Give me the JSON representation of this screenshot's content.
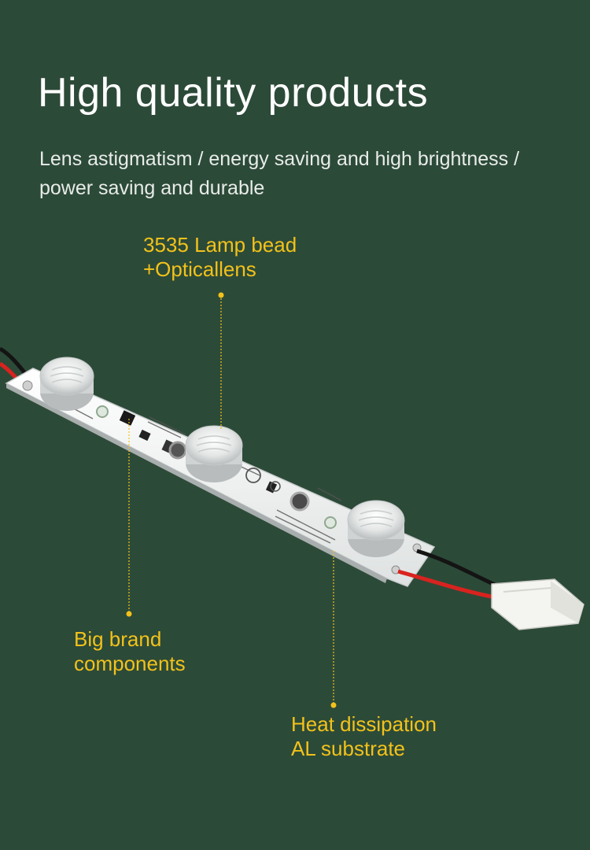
{
  "header": {
    "title": "High quality products",
    "subtitle_line1": "Lens astigmatism / energy saving and high brightness /",
    "subtitle_line2": "power saving and durable"
  },
  "callouts": {
    "lamp_bead": {
      "line1": "3535 Lamp bead",
      "line2": "+Opticallens"
    },
    "brand": {
      "line1": "Big brand",
      "line2": "components"
    },
    "heat": {
      "line1": "Heat dissipation",
      "line2": "AL substrate"
    }
  },
  "colors": {
    "background": "#2c4a38",
    "accent": "#f2c21a",
    "title": "#ffffff"
  }
}
